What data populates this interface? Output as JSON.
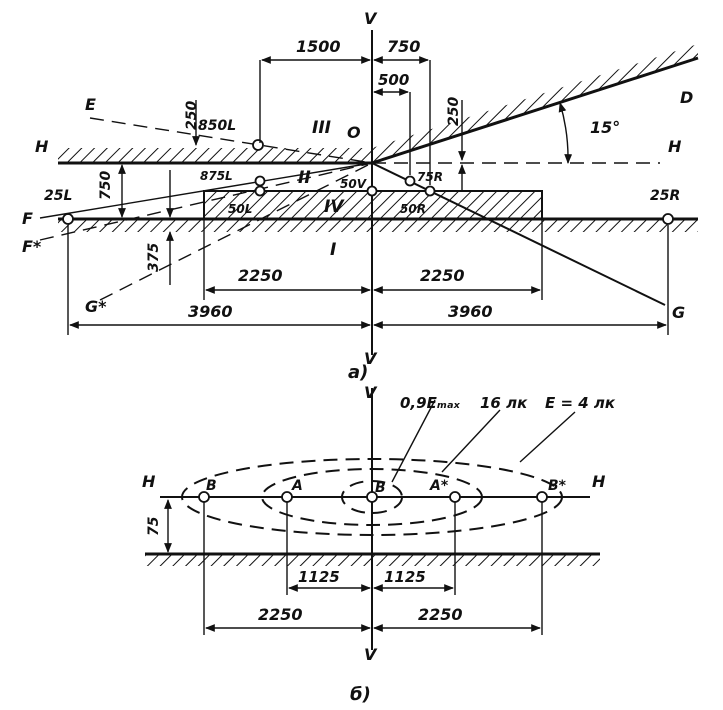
{
  "diagram_a": {
    "caption": "а)",
    "labels": {
      "v_top": "V",
      "v_bottom": "V",
      "h_left": "H",
      "h_right": "H",
      "e": "E",
      "d": "D",
      "f": "F",
      "f_star": "F*",
      "g": "G",
      "g_star": "G*",
      "o": "O",
      "zone_1": "I",
      "zone_2": "II",
      "zone_3": "III",
      "zone_4": "IV",
      "angle": "15°"
    },
    "points": {
      "p850l": "850L",
      "p875l": "875L",
      "p50l": "50L",
      "p50v": "50V",
      "p75r": "75R",
      "p50r": "50R",
      "p25l": "25L",
      "p25r": "25R"
    },
    "dimensions": {
      "d1500": "1500",
      "d750_top": "750",
      "d500": "500",
      "d250_left": "250",
      "d250_right": "250",
      "d750_left": "750",
      "d375": "375",
      "d2250_left": "2250",
      "d2250_right": "2250",
      "d3960_left": "3960",
      "d3960_right": "3960"
    }
  },
  "diagram_b": {
    "caption": "б)",
    "labels": {
      "v_top": "V",
      "v_bottom": "V",
      "h_left": "H",
      "h_right": "H",
      "emax": "0,9Eₘₐₓ",
      "lux16": "16 лк",
      "lux4": "E = 4 лк"
    },
    "points": {
      "b_left": "B",
      "a_left": "A",
      "b_center": "B",
      "a_right": "A*",
      "b_right": "B*"
    },
    "dimensions": {
      "d75": "75",
      "d1125_left": "1125",
      "d1125_right": "1125",
      "d2250_left": "2250",
      "d2250_right": "2250"
    }
  }
}
